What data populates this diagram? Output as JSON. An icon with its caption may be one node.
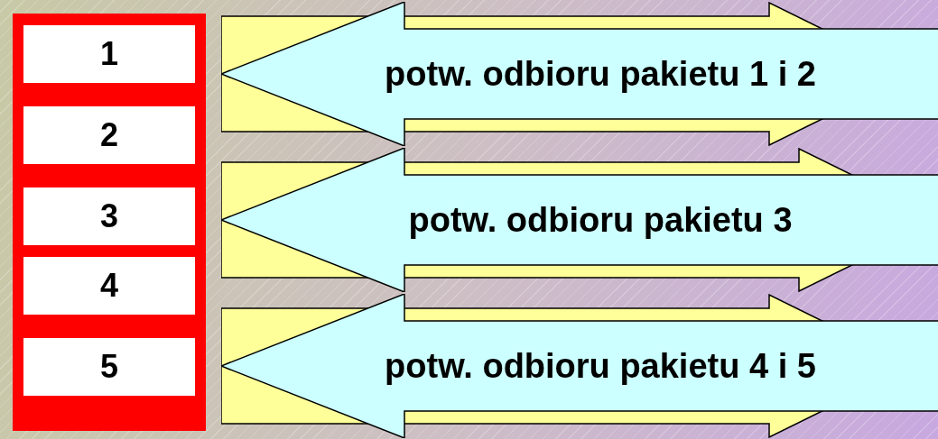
{
  "diagram": {
    "nodes": [
      {
        "text": [],
        "shape": "box"
      },
      {
        "text": [
          "1"
        ],
        "in": 0
      },
      {
        "text": [
          "2"
        ],
        "in": 0
      },
      {
        "text": [
          "3"
        ],
        "in": 0
      },
      {
        "text": [
          "4"
        ],
        "in": 0
      },
      {
        "text": [
          "5"
        ],
        "in": 0
      },
      {
        "text": [
          "potw. odbioru pakietu 1 i 2"
        ]
      },
      {
        "text": [
          "potw. odbioru pakietu 3"
        ]
      },
      {
        "text": [
          "potw. odbioru pakietu 4 i 5"
        ]
      }
    ]
  }
}
